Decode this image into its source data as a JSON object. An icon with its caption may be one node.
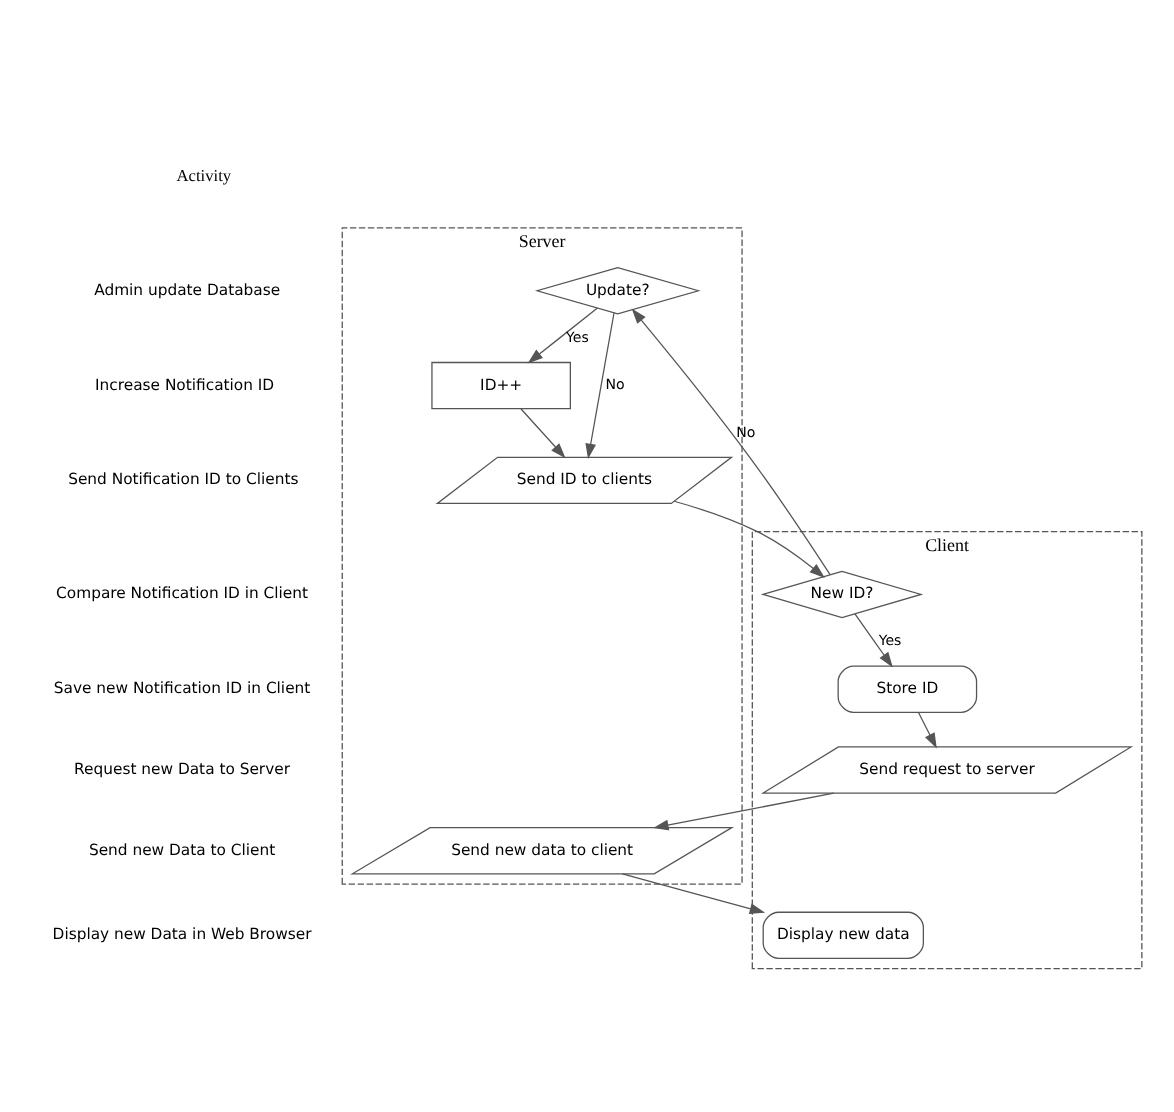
{
  "diagram": {
    "nodes": [
      {
        "text": [
          "Server"
        ]
      },
      {
        "text": [
          "Client"
        ]
      },
      {
        "text": [
          "Update?"
        ],
        "in": 0
      },
      {
        "text": [
          "ID++"
        ],
        "in": 0
      },
      {
        "text": [
          "Send ID to clients"
        ],
        "in": 0
      },
      {
        "text": [
          "New ID?"
        ],
        "in": 1
      },
      {
        "text": [
          "Store ID"
        ],
        "in": 1
      },
      {
        "text": [
          "Send request to server"
        ],
        "in": 1
      },
      {
        "text": [
          "Send new data to client"
        ],
        "in": 0
      },
      {
        "text": [
          "Display new data"
        ],
        "in": 1
      }
    ],
    "edges": [
      {
        "from": 2,
        "to": 3,
        "arrow": "to",
        "label": "Yes"
      },
      {
        "from": 2,
        "to": 4,
        "arrow": "to",
        "label": "No"
      },
      {
        "from": 3,
        "to": 4,
        "arrow": "to"
      },
      {
        "from": 4,
        "to": 5,
        "arrow": "to"
      },
      {
        "from": 5,
        "to": 2,
        "arrow": "to",
        "label": "No"
      },
      {
        "from": 5,
        "to": 6,
        "arrow": "to",
        "label": "Yes"
      },
      {
        "from": 6,
        "to": 7,
        "arrow": "to"
      },
      {
        "from": 7,
        "to": 8,
        "arrow": "to"
      },
      {
        "from": 8,
        "to": 9,
        "arrow": "to"
      }
    ],
    "labels": [
      "Activity",
      "Admin update Database",
      "Increase Notification ID",
      "Send Notification ID to Clients",
      "Compare Notification ID in Client",
      "Save new Notification ID in Client",
      "Request new Data to Server",
      "Send new Data to Client",
      "Display new Data in Web Browser"
    ]
  }
}
